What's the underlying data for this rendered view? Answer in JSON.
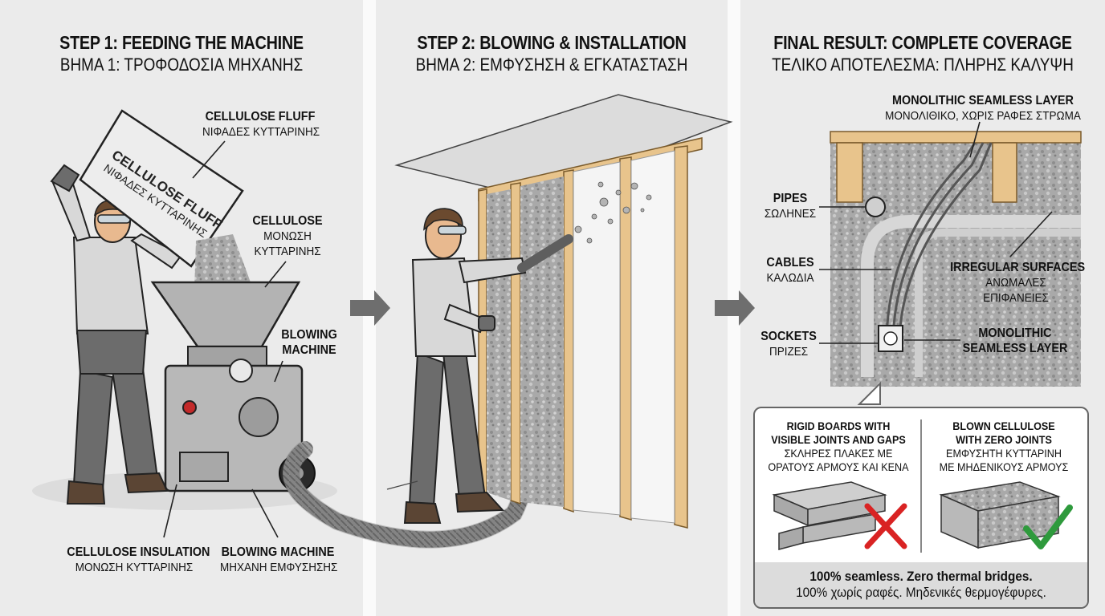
{
  "step1": {
    "title": "STEP 1: FEEDING THE MACHINE",
    "subtitle": "ΒΗΜΑ 1: ΤΡΟΦΟΔΟΣΙΑ ΜΗΧΑΝΗΣ",
    "bag_print_en": "CELLULOSE FLUFF",
    "bag_print_gr": "ΝΙΦΑΔΕΣ ΚΥΤΤΑΡΙΝΗΣ",
    "labels": {
      "fluff": {
        "en": "CELLULOSE FLUFF",
        "gr": "ΝΙΦΑΔΕΣ ΚΥΤΤΑΡΙΝΗΣ"
      },
      "cellulose": {
        "en": "CELLULOSE",
        "gr1": "ΜΟΝΩΣΗ",
        "gr2": "ΚΥΤΤΑΡΙΝΗΣ"
      },
      "blowing": {
        "en1": "BLOWING",
        "en2": "MACHINE"
      },
      "insulation": {
        "en": "CELLULOSE INSULATION",
        "gr": "ΜΟΝΩΣΗ ΚΥΤΤΑΡΙΝΗΣ"
      },
      "machine": {
        "en": "BLOWING MACHINE",
        "gr": "ΜΗΧΑΝΗ ΕΜΦΥΣΗΣΗΣ"
      }
    }
  },
  "step2": {
    "title": "STEP 2: BLOWING & INSTALLATION",
    "subtitle": "ΒΗΜΑ 2: ΕΜΦΥΣΗΣΗ & ΕΓΚΑΤΑΣΤΑΣΗ"
  },
  "step3": {
    "title": "FINAL RESULT: COMPLETE COVERAGE",
    "subtitle": "ΤΕΛΙΚΟ ΑΠΟΤΕΛΕΣΜΑ: ΠΛΗΡΗΣ ΚΑΛΥΨΗ",
    "labels": {
      "layer_top": {
        "en": "MONOLITHIC SEAMLESS LAYER",
        "gr": "ΜΟΝΟΛΙΘΙΚΟ, ΧΩΡΙΣ ΡΑΦΕΣ ΣΤΡΩΜΑ"
      },
      "pipes": {
        "en": "PIPES",
        "gr": "ΣΩΛΗΝΕΣ"
      },
      "cables": {
        "en": "CABLES",
        "gr": "ΚΑΛΩΔΙΑ"
      },
      "sockets": {
        "en": "SOCKETS",
        "gr": "ΠΡΙΖΕΣ"
      },
      "irregular": {
        "en": "IRREGULAR SURFACES",
        "gr1": "ΑΝΩΜΑΛΕΣ",
        "gr2": "ΕΠΙΦΑΝΕΙΕΣ"
      },
      "layer_mid": {
        "en1": "MONOLITHIC",
        "en2": "SEAMLESS LAYER"
      }
    },
    "compare": {
      "left": {
        "en1": "RIGID BOARDS WITH",
        "en2": "VISIBLE JOINTS AND GAPS",
        "gr1": "ΣΚΛΗΡΕΣ ΠΛΑΚΕΣ ΜΕ",
        "gr2": "ΟΡΑΤΟΥΣ ΑΡΜΟΥΣ ΚΑΙ ΚΕΝΑ"
      },
      "right": {
        "en1": "BLOWN CELLULOSE",
        "en2": "WITH ZERO JOINTS",
        "gr1": "ΕΜΦΥΣΗΤΗ ΚΥΤΤΑΡΙΝΗ",
        "gr2": "ΜΕ ΜΗΔΕΝΙΚΟΥΣ ΑΡΜΟΥΣ"
      },
      "footer_en": "100% seamless. Zero thermal bridges.",
      "footer_gr": "100% χωρίς ραφές. Μηδενικές θερμογέφυρες."
    }
  },
  "colors": {
    "cross": "#d92323",
    "check": "#2e9a3c",
    "wood": "#e8c48c",
    "insulation": "#a9a9a9"
  }
}
